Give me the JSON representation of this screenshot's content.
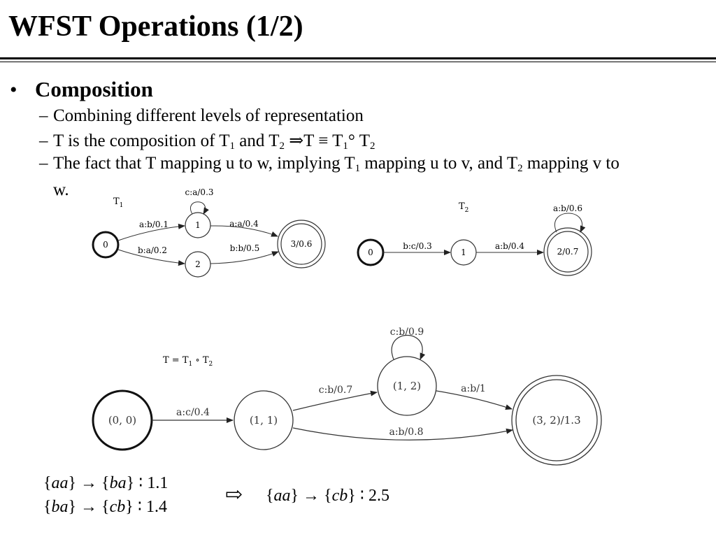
{
  "slide": {
    "title": "WFST Operations (1/2)",
    "bullet": "•",
    "heading": "Composition",
    "dash": "–",
    "line1": "Combining different levels of representation",
    "line2": {
      "a": "T is the composition of  T",
      "s1": "1",
      "b": " and T",
      "s2": "2",
      "c": " ⇒T ≡ T",
      "s3": "1",
      "d": "° T",
      "s4": "2"
    },
    "line3": {
      "a": "The fact that T mapping u to w, implying T",
      "s1": "1",
      "b": " mapping u to v, and T",
      "s2": "2",
      "c": " mapping v to"
    },
    "line3_cont": "w."
  },
  "t1": {
    "label": "T",
    "label_sub": "1",
    "states": [
      "0",
      "1",
      "2",
      "3/0.6"
    ],
    "arcs": [
      "a:b/0.1",
      "b:a/0.2",
      "c:a/0.3",
      "a:a/0.4",
      "b:b/0.5"
    ]
  },
  "t2": {
    "label": "T",
    "label_sub": "2",
    "states": [
      "0",
      "1",
      "2/0.7"
    ],
    "arcs": [
      "b:c/0.3",
      "a:b/0.4",
      "a:b/0.6"
    ]
  },
  "t": {
    "label": "T = T",
    "label_s1": "1",
    "label_mid": " ∘ T",
    "label_s2": "2",
    "states": [
      "(0, 0)",
      "(1, 1)",
      "(1, 2)",
      "(3, 2)/1.3"
    ],
    "arcs": [
      "a:c/0.4",
      "c:b/0.7",
      "c:b/0.9",
      "a:b/1",
      "a:b/0.8"
    ]
  },
  "equations": {
    "left1": {
      "lhs": "aa",
      "rhs": "ba",
      "val": "1.1"
    },
    "left2": {
      "lhs": "ba",
      "rhs": "cb",
      "val": "1.4"
    },
    "implies": "⇨",
    "right": {
      "lhs": "aa",
      "rhs": "cb",
      "val": "2.5"
    }
  }
}
